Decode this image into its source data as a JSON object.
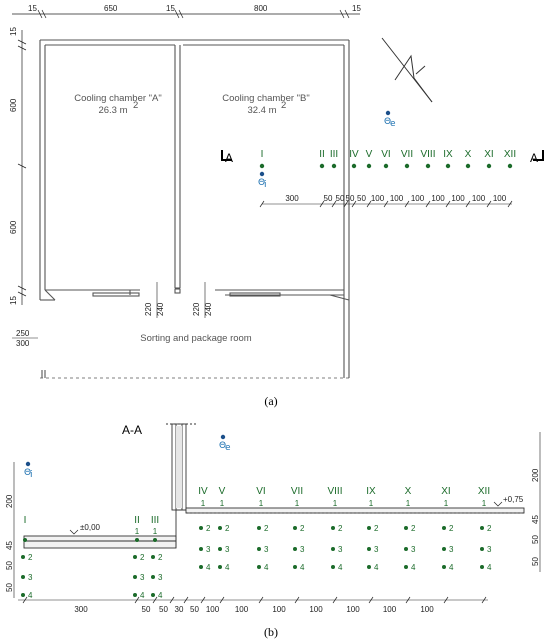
{
  "plan": {
    "top_dims": [
      "15",
      "650",
      "15",
      "800",
      "15"
    ],
    "left_dims": [
      "15",
      "600",
      "600",
      "15"
    ],
    "room_a_name": "Cooling chamber \"A\"",
    "room_a_area": "26.3 m",
    "room_b_name": "Cooling chamber \"B\"",
    "room_b_area": "32.4 m",
    "area_sup": "2",
    "sorting_room": "Sorting and package room",
    "door_dims": [
      "220",
      "240",
      "220",
      "240"
    ],
    "left_small_dims": [
      "250",
      "300"
    ],
    "section_mark": "A",
    "theta_i": "Θ",
    "theta_i_sub": "i",
    "theta_e": "Θ",
    "theta_e_sub": "e",
    "first_point": "I",
    "points_roman": [
      "II",
      "III",
      "IV",
      "V",
      "VI",
      "VII",
      "VIII",
      "IX",
      "X",
      "XI",
      "XII"
    ],
    "spacing_dims": [
      "300",
      "50",
      "50",
      "50",
      "50",
      "100",
      "100",
      "100",
      "100",
      "100",
      "100",
      "100"
    ]
  },
  "section": {
    "title": "A-A",
    "theta_i": "Θ",
    "theta_i_sub": "i",
    "theta_e": "Θ",
    "theta_e_sub": "e",
    "level_inside": "±0,00",
    "level_outside": "+0,75",
    "romans": [
      "I",
      "II",
      "III",
      "IV",
      "V",
      "VI",
      "VII",
      "VIII",
      "IX",
      "X",
      "XI",
      "XII"
    ],
    "depth_labels": [
      "1",
      "2",
      "3",
      "4"
    ],
    "left_dims": [
      "200",
      "45",
      "50",
      "50"
    ],
    "right_dims": [
      "200",
      "45",
      "50",
      "50"
    ],
    "bottom_dims": [
      "300",
      "50",
      "50",
      "30",
      "50",
      "100",
      "100",
      "100",
      "100",
      "100",
      "100",
      "100"
    ]
  },
  "captions": {
    "a": "(a)",
    "b": "(b)"
  },
  "colors": {
    "green": "#1b6b2a",
    "blue": "#1a6fb0",
    "wall": "#555555"
  }
}
